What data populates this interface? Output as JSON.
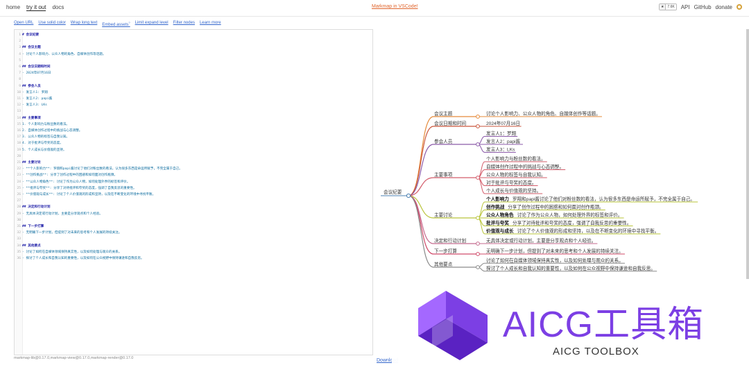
{
  "nav": {
    "home": "home",
    "try": "try it out",
    "docs": "docs",
    "center_link": "Markmap in VSCode!",
    "stars_label": "★",
    "stars_count": "7.6K",
    "api": "API",
    "github": "GitHub",
    "donate": "donate"
  },
  "toolbar": {
    "open_url": "Open URL",
    "solid_color": "Use solid color",
    "wrap": "Wrap long text",
    "embed": "Embed assets",
    "embed_sup": "?",
    "limit": "Limit expand level",
    "filter": "Filter nodes",
    "learn": "Learn more"
  },
  "editor_lines": [
    {
      "n": "1",
      "t": "# 会议纪要",
      "k": "h"
    },
    {
      "n": "2",
      "t": "",
      "k": ""
    },
    {
      "n": "3",
      "t": "## 会议主题",
      "k": "h"
    },
    {
      "n": "4",
      "t": "- 讨论个人影响力、公众人物的角色、自媒体创作等话题。",
      "k": "b"
    },
    {
      "n": "5",
      "t": "",
      "k": ""
    },
    {
      "n": "6",
      "t": "## 会议日期和时间",
      "k": "h"
    },
    {
      "n": "7",
      "t": "- 2024年07月16日",
      "k": "b"
    },
    {
      "n": "8",
      "t": "",
      "k": ""
    },
    {
      "n": "9",
      "t": "## 参会人员",
      "k": "h"
    },
    {
      "n": "10",
      "t": "- 发言人1: 罗翔",
      "k": "b"
    },
    {
      "n": "11",
      "t": "- 发言人2: papi酱",
      "k": "b"
    },
    {
      "n": "12",
      "t": "- 发言人3: LKs",
      "k": "b"
    },
    {
      "n": "13",
      "t": "",
      "k": ""
    },
    {
      "n": "14",
      "t": "## 主要事项",
      "k": "h"
    },
    {
      "n": "15",
      "t": "1. 个人影响力与粉丝数的看法。",
      "k": "b"
    },
    {
      "n": "16",
      "t": "2. 自媒体创作过程中的挑战与心态调整。",
      "k": "b"
    },
    {
      "n": "17",
      "t": "3. 公众人物的标签与自我认知。",
      "k": "b"
    },
    {
      "n": "18",
      "t": "4. 对于批评与夸奖的态度。",
      "k": "b"
    },
    {
      "n": "19",
      "t": "5. 个人成长与价值观的坚持。",
      "k": "b"
    },
    {
      "n": "20",
      "t": "",
      "k": ""
    },
    {
      "n": "21",
      "t": "## 主要讨论",
      "k": "h"
    },
    {
      "n": "22",
      "t": "- **个人影响力**: 罗翔和papi酱讨论了他们对粉丝数的看法，认为很多东西是命运所赋予，不完全属于自己。",
      "k": "b"
    },
    {
      "n": "23",
      "t": "- **创作挑战**: 分享了创作过程中的困惑和如何面对创作瓶颈。",
      "k": "b"
    },
    {
      "n": "24",
      "t": "- **公众人物角色**: 讨论了作为公众人物，如何处理外界的标签和评价。",
      "k": "b"
    },
    {
      "n": "25",
      "t": "- **批评与夸奖**: 分享了对待批评和夸奖的态度，强调了自我反思的重要性。",
      "k": "b"
    },
    {
      "n": "26",
      "t": "- **价值观与成长**: 讨论了个人价值观的形成和坚持，以及在不断变化的环境中寻找平衡。",
      "k": "b"
    },
    {
      "n": "27",
      "t": "",
      "k": ""
    },
    {
      "n": "28",
      "t": "## 决定和行动计划",
      "k": "h"
    },
    {
      "n": "29",
      "t": "- 无具体决定或行动计划，主要是分享观点和个人经验。",
      "k": "b"
    },
    {
      "n": "30",
      "t": "",
      "k": ""
    },
    {
      "n": "31",
      "t": "## 下一步打算",
      "k": "h"
    },
    {
      "n": "32",
      "t": "- 无明确下一步计划，但提到了对未来的思考和个人发展的持续关注。",
      "k": "b"
    },
    {
      "n": "33",
      "t": "",
      "k": ""
    },
    {
      "n": "34",
      "t": "## 其他要点",
      "k": "h"
    },
    {
      "n": "35",
      "t": "- 讨论了如何在自媒体领域保持真实性，以及如何处理与观众的关系。",
      "k": "b"
    },
    {
      "n": "36",
      "t": "- 探讨了个人成长和自我认知的重要性，以及如何在公众视野中保持谦逊和自我反思。",
      "k": "b"
    }
  ],
  "footer": {
    "versions": "markmap-lib@0.17.0,markmap-view@0.17.0,markmap-render@0.17.0",
    "download": "Download"
  },
  "mindmap": {
    "root": "会议纪要",
    "branches": [
      {
        "label": "会议主题",
        "color": "#e58a3a",
        "leaves": [
          {
            "b": "",
            "t": "讨论个人影响力、公众人物的角色、自媒体创作等话题。"
          }
        ]
      },
      {
        "label": "会议日期和时间",
        "color": "#c9553b",
        "leaves": [
          {
            "b": "",
            "t": "2024年07月16日"
          }
        ]
      },
      {
        "label": "参会人员",
        "color": "#8b5aa8",
        "leaves": [
          {
            "b": "",
            "t": "发言人1：罗翔"
          },
          {
            "b": "",
            "t": "发言人2：papi酱"
          },
          {
            "b": "",
            "t": "发言人3：LKs"
          }
        ]
      },
      {
        "label": "主要事项",
        "color": "#d35c6a",
        "leaves": [
          {
            "b": "",
            "t": "个人影响力与粉丝数的看法。"
          },
          {
            "b": "",
            "t": "自媒体创作过程中的挑战与心态调整。"
          },
          {
            "b": "",
            "t": "公众人物的标签与自我认知。"
          },
          {
            "b": "",
            "t": "对于批评与夸奖的态度。"
          },
          {
            "b": "",
            "t": "个人成长与价值观的坚持。"
          }
        ]
      },
      {
        "label": "主要讨论",
        "color": "#b9c43a",
        "leaves": [
          {
            "b": "个人影响力",
            "t": "罗翔和papi酱讨论了他们对粉丝数的看法，认为很多东西是命运所赋予，不完全属于自己。"
          },
          {
            "b": "创作挑战",
            "t": "分享了创作过程中的困惑和如何面对创作瓶颈。"
          },
          {
            "b": "公众人物角色",
            "t": "讨论了作为公众人物，如何处理外界的标签和评价。"
          },
          {
            "b": "批评与夸奖",
            "t": "分享了对待批评和夸奖的态度，强调了自我反思的重要性。"
          },
          {
            "b": "价值观与成长",
            "t": "讨论了个人价值观的形成和坚持，以及在不断变化的环境中寻找平衡。"
          }
        ]
      },
      {
        "label": "决定和行动计划",
        "color": "#c46a8e",
        "leaves": [
          {
            "b": "",
            "t": "无具体决定或行动计划，主要是分享观点和个人经验。"
          }
        ]
      },
      {
        "label": "下一步打算",
        "color": "#d04b6a",
        "leaves": [
          {
            "b": "",
            "t": "无明确下一步计划，但提到了对未来的思考和个人发展的持续关注。"
          }
        ]
      },
      {
        "label": "其他要点",
        "color": "#8a8a8a",
        "leaves": [
          {
            "b": "",
            "t": "讨论了如何在自媒体领域保持真实性，以及如何处理与观众的关系。"
          },
          {
            "b": "",
            "t": "探讨了个人成长和自我认知的重要性，以及如何在公众视野中保持谦逊和自我反思。"
          }
        ]
      }
    ]
  },
  "watermark": {
    "title": "AICG工具箱",
    "subtitle": "AICG TOOLBOX",
    "color": "#7c3fe4"
  }
}
